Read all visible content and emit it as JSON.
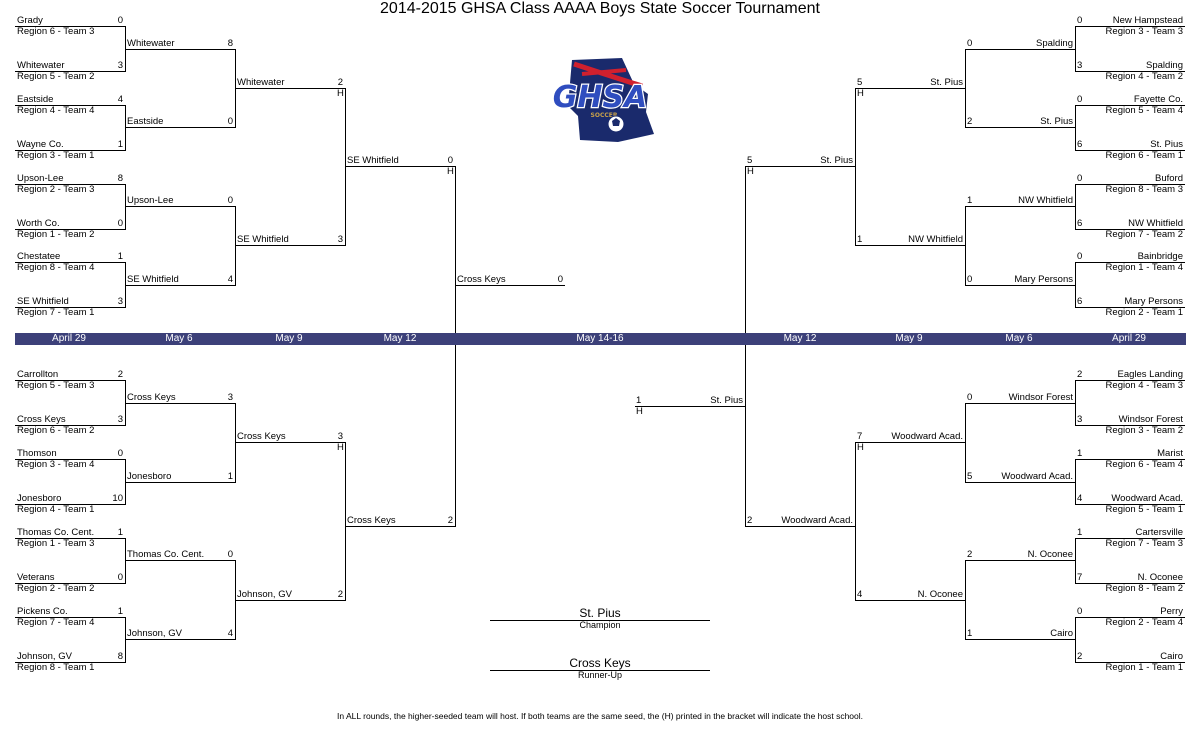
{
  "title": "2014-2015 GHSA Class AAAA Boys State Soccer Tournament",
  "logo": {
    "text": "GHSA",
    "subtext": "SOCCER",
    "colors": {
      "navy": "#1a2a6c",
      "blue": "#2f4dbf",
      "red": "#d0202e",
      "gold": "#c7a04a"
    }
  },
  "band_color": "#3c4079",
  "dates": {
    "left": [
      "April 29",
      "May 6",
      "May 9",
      "May 12"
    ],
    "center": "May 14-16",
    "right": [
      "May 12",
      "May 9",
      "May 6",
      "April 29"
    ]
  },
  "host_mark": "H",
  "bracket": {
    "left_top": {
      "r1": [
        {
          "team": "Grady",
          "seed": "Region 6 - Team 3",
          "score": "0"
        },
        {
          "team": "Whitewater",
          "seed": "Region 5 - Team 2",
          "score": "3"
        },
        {
          "team": "Eastside",
          "seed": "Region 4 - Team 4",
          "score": "4"
        },
        {
          "team": "Wayne Co.",
          "seed": "Region 3 - Team 1",
          "score": "1"
        },
        {
          "team": "Upson-Lee",
          "seed": "Region 2 - Team 3",
          "score": "8"
        },
        {
          "team": "Worth Co.",
          "seed": "Region 1 - Team 2",
          "score": "0"
        },
        {
          "team": "Chestatee",
          "seed": "Region 8 - Team 4",
          "score": "1"
        },
        {
          "team": "SE Whitfield",
          "seed": "Region 7 - Team 1",
          "score": "3"
        }
      ],
      "r2": [
        {
          "team": "Whitewater",
          "score": "8"
        },
        {
          "team": "Eastside",
          "score": "0"
        },
        {
          "team": "Upson-Lee",
          "score": "0"
        },
        {
          "team": "SE Whitfield",
          "score": "4"
        }
      ],
      "r3": [
        {
          "team": "Whitewater",
          "score": "2"
        },
        {
          "team": "SE Whitfield",
          "score": "3"
        }
      ],
      "r4": {
        "team": "SE Whitfield",
        "score": "0"
      }
    },
    "left_bottom": {
      "r1": [
        {
          "team": "Carrollton",
          "seed": "Region 5 - Team 3",
          "score": "2"
        },
        {
          "team": "Cross Keys",
          "seed": "Region 6 - Team 2",
          "score": "3"
        },
        {
          "team": "Thomson",
          "seed": "Region 3 - Team 4",
          "score": "0"
        },
        {
          "team": "Jonesboro",
          "seed": "Region 4 - Team 1",
          "score": "10"
        },
        {
          "team": "Thomas Co. Cent.",
          "seed": "Region 1 - Team 3",
          "score": "1"
        },
        {
          "team": "Veterans",
          "seed": "Region 2 - Team 2",
          "score": "0"
        },
        {
          "team": "Pickens Co.",
          "seed": "Region 7 - Team 4",
          "score": "1"
        },
        {
          "team": "Johnson, GV",
          "seed": "Region 8 - Team 1",
          "score": "8"
        }
      ],
      "r2": [
        {
          "team": "Cross Keys",
          "score": "3"
        },
        {
          "team": "Jonesboro",
          "score": "1"
        },
        {
          "team": "Thomas Co. Cent.",
          "score": "0"
        },
        {
          "team": "Johnson, GV",
          "score": "4"
        }
      ],
      "r3": [
        {
          "team": "Cross Keys",
          "score": "3"
        },
        {
          "team": "Johnson, GV",
          "score": "2"
        }
      ],
      "r4": {
        "team": "Cross Keys",
        "score": "2"
      }
    },
    "left_final": {
      "team": "Cross Keys",
      "score": "0"
    },
    "right_top": {
      "r1": [
        {
          "team": "New Hampstead",
          "seed": "Region 3 - Team 3",
          "score": "0"
        },
        {
          "team": "Spalding",
          "seed": "Region 4 - Team 2",
          "score": "3"
        },
        {
          "team": "Fayette Co.",
          "seed": "Region 5 - Team 4",
          "score": "0"
        },
        {
          "team": "St. Pius",
          "seed": "Region 6 - Team 1",
          "score": "6"
        },
        {
          "team": "Buford",
          "seed": "Region 8 - Team 3",
          "score": "0"
        },
        {
          "team": "NW Whitfield",
          "seed": "Region 7 - Team 2",
          "score": "6"
        },
        {
          "team": "Bainbridge",
          "seed": "Region 1 - Team 4",
          "score": "0"
        },
        {
          "team": "Mary Persons",
          "seed": "Region 2 - Team 1",
          "score": "6"
        }
      ],
      "r2": [
        {
          "team": "Spalding",
          "score": "0"
        },
        {
          "team": "St. Pius",
          "score": "2"
        },
        {
          "team": "NW Whitfield",
          "score": "1"
        },
        {
          "team": "Mary Persons",
          "score": "0"
        }
      ],
      "r3": [
        {
          "team": "St. Pius",
          "score": "5"
        },
        {
          "team": "NW Whitfield",
          "score": "1"
        }
      ],
      "r4": {
        "team": "St. Pius",
        "score": "5"
      }
    },
    "right_bottom": {
      "r1": [
        {
          "team": "Eagles Landing",
          "seed": "Region 4 - Team 3",
          "score": "2"
        },
        {
          "team": "Windsor Forest",
          "seed": "Region 3 - Team 2",
          "score": "3"
        },
        {
          "team": "Marist",
          "seed": "Region 6 - Team 4",
          "score": "1"
        },
        {
          "team": "Woodward Acad.",
          "seed": "Region 5 - Team 1",
          "score": "4"
        },
        {
          "team": "Cartersville",
          "seed": "Region 7 - Team 3",
          "score": "1"
        },
        {
          "team": "N. Oconee",
          "seed": "Region 8 - Team 2",
          "score": "7"
        },
        {
          "team": "Perry",
          "seed": "Region 2 - Team 4",
          "score": "0"
        },
        {
          "team": "Cairo",
          "seed": "Region 1 - Team 1",
          "score": "2"
        }
      ],
      "r2": [
        {
          "team": "Windsor Forest",
          "score": "0"
        },
        {
          "team": "Woodward Acad.",
          "score": "5"
        },
        {
          "team": "N. Oconee",
          "score": "2"
        },
        {
          "team": "Cairo",
          "score": "1"
        }
      ],
      "r3": [
        {
          "team": "Woodward Acad.",
          "score": "7"
        },
        {
          "team": "N. Oconee",
          "score": "4"
        }
      ],
      "r4": {
        "team": "Woodward Acad.",
        "score": "2"
      }
    },
    "right_final": {
      "team": "St. Pius",
      "score": "1"
    }
  },
  "champion": {
    "team": "St. Pius",
    "label": "Champion"
  },
  "runner_up": {
    "team": "Cross Keys",
    "label": "Runner-Up"
  },
  "footer": "In ALL rounds, the higher-seeded team will host.  If both teams are the same seed, the (H) printed in the bracket will indicate the host school."
}
